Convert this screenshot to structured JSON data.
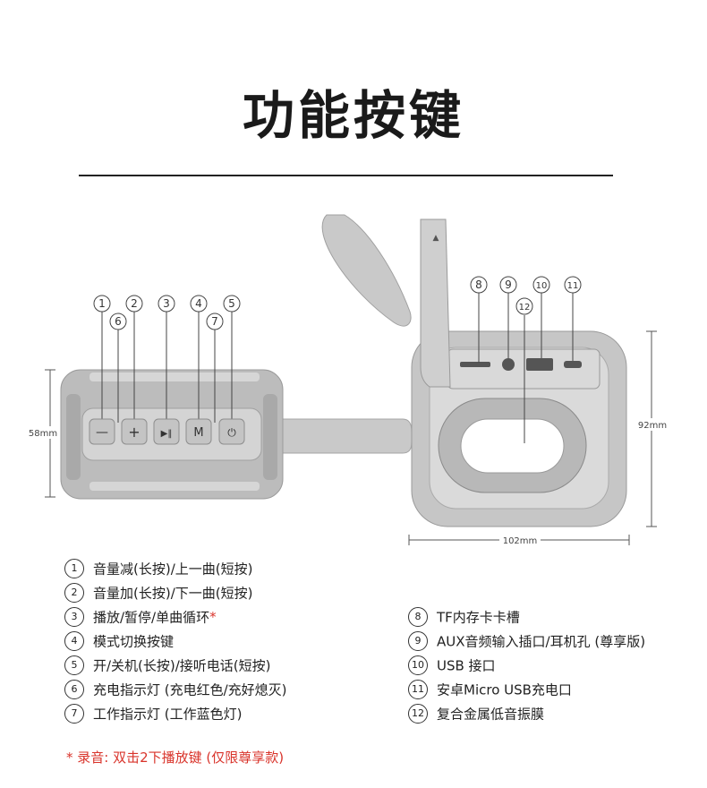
{
  "title": "功能按键",
  "front_view": {
    "height_dim": "58mm",
    "buttons": [
      {
        "num": "1",
        "glyph": "—",
        "icon": "minus-icon"
      },
      {
        "num": "2",
        "glyph": "+",
        "icon": "plus-icon"
      },
      {
        "num": "3",
        "glyph": "▶‖",
        "icon": "play-pause-icon"
      },
      {
        "num": "4",
        "glyph": "M",
        "icon": "mode-icon"
      },
      {
        "num": "5",
        "glyph": "⏻",
        "icon": "power-phone-icon"
      }
    ],
    "indicator_labels": [
      "6",
      "7"
    ]
  },
  "side_view": {
    "height_dim": "92mm",
    "width_dim": "102mm",
    "port_labels": [
      "8",
      "9",
      "10",
      "11",
      "12"
    ]
  },
  "features_left": [
    {
      "num": "1",
      "text": "音量减(长按)/上一曲(短按)"
    },
    {
      "num": "2",
      "text": "音量加(长按)/下一曲(短按)"
    },
    {
      "num": "3",
      "text": "播放/暂停/单曲循环",
      "star": "*"
    },
    {
      "num": "4",
      "text": "模式切换按键"
    },
    {
      "num": "5",
      "text": "开/关机(长按)/接听电话(短按)"
    },
    {
      "num": "6",
      "text": "充电指示灯 (充电红色/充好熄灭)"
    },
    {
      "num": "7",
      "text": "工作指示灯 (工作蓝色灯)"
    }
  ],
  "features_right": [
    {
      "num": "8",
      "text": "TF内存卡卡槽"
    },
    {
      "num": "9",
      "text": "AUX音频输入插口/耳机孔 (尊享版)"
    },
    {
      "num": "10",
      "text": "USB 接口"
    },
    {
      "num": "11",
      "text": "安卓Micro USB充电口"
    },
    {
      "num": "12",
      "text": "复合金属低音振膜"
    }
  ],
  "note": "* 录音: 双击2下播放键 (仅限尊享款)",
  "colors": {
    "note_red": "#d9342b",
    "body_gray": "#b9b9b9",
    "panel_gray": "#d2d2d2"
  }
}
